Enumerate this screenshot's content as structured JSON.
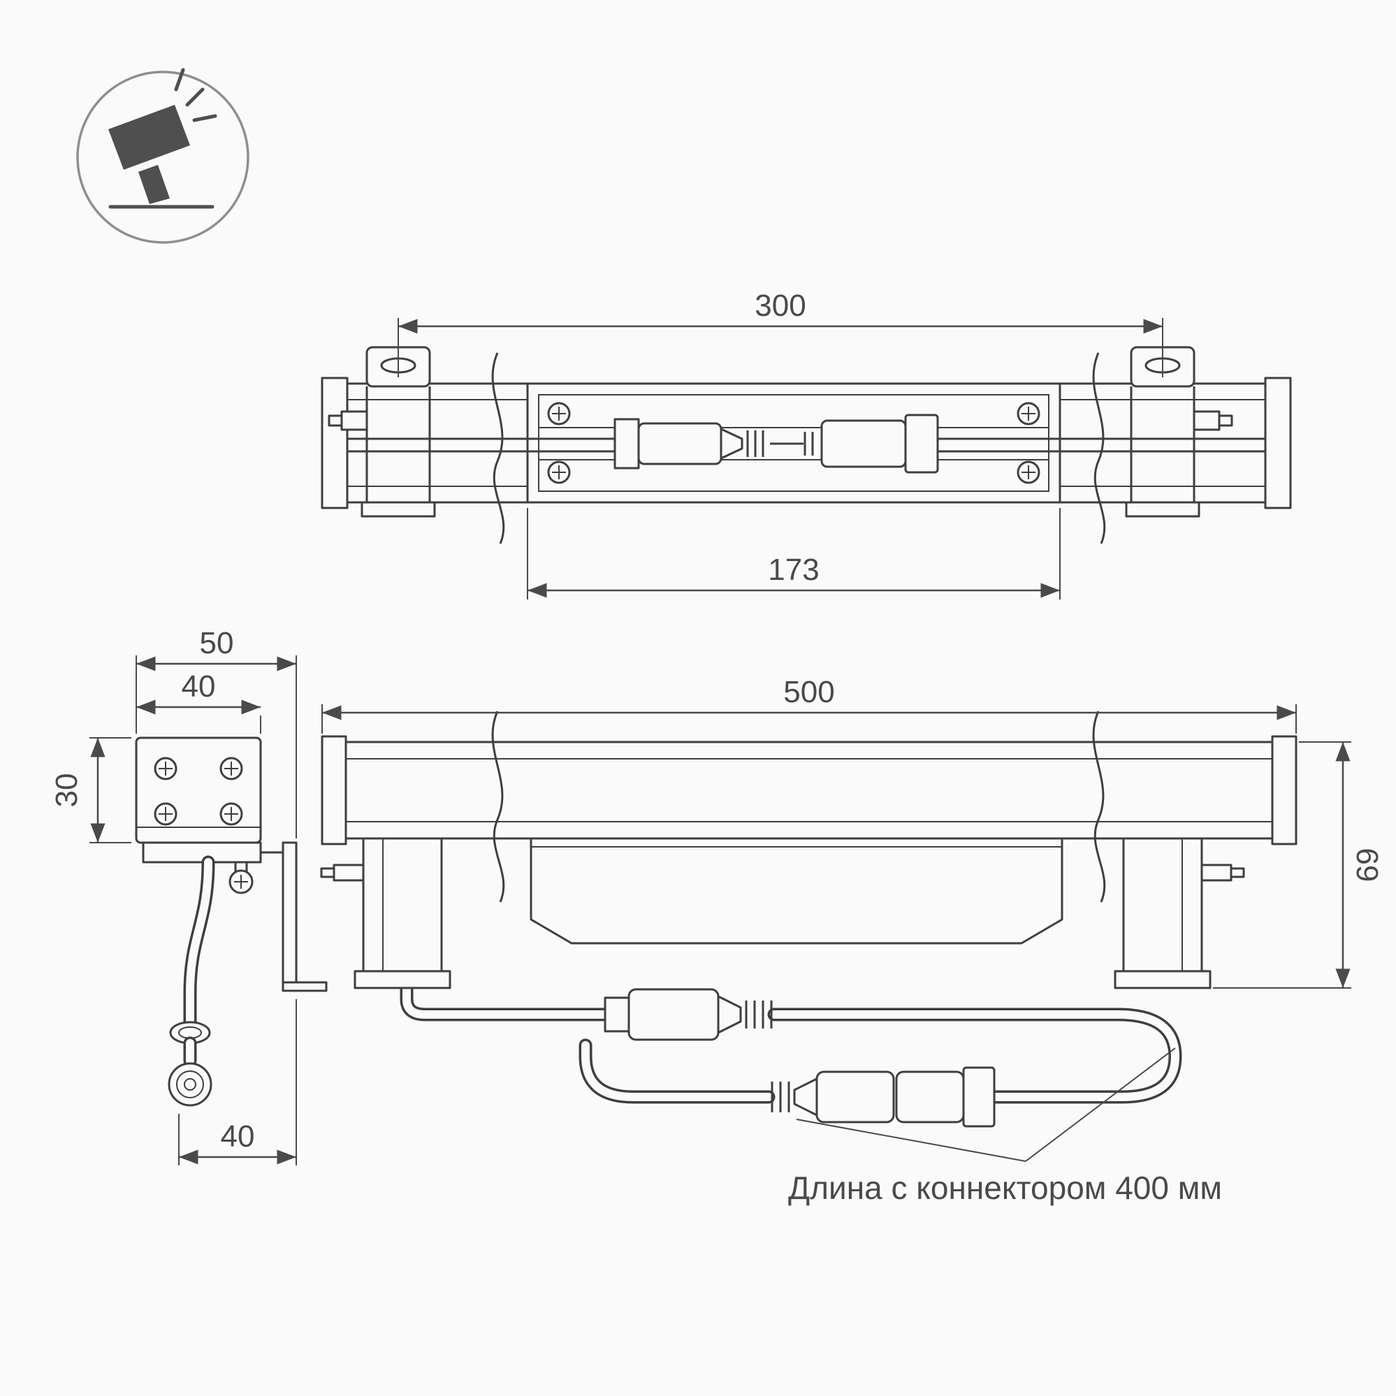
{
  "meta": {
    "background_color": "#fafafa",
    "object_line_color": "#3f3f3f",
    "dimension_color": "#4a4a4a",
    "icon_color": "#4f4f4f",
    "icon_ring_color": "#8f8f8f"
  },
  "icon": {
    "name": "tilted-floodlight-pictogram"
  },
  "top_view": {
    "dim_overall_mm": "300",
    "dim_body_mm": "173"
  },
  "end_view": {
    "dim_total_width_mm": "50",
    "dim_body_width_mm": "40",
    "dim_body_height_mm": "30",
    "dim_foot_width_mm": "40"
  },
  "side_view": {
    "dim_length_mm": "500",
    "dim_height_mm": "69"
  },
  "note": {
    "cable_label": "Длина с коннектором 400 мм"
  }
}
